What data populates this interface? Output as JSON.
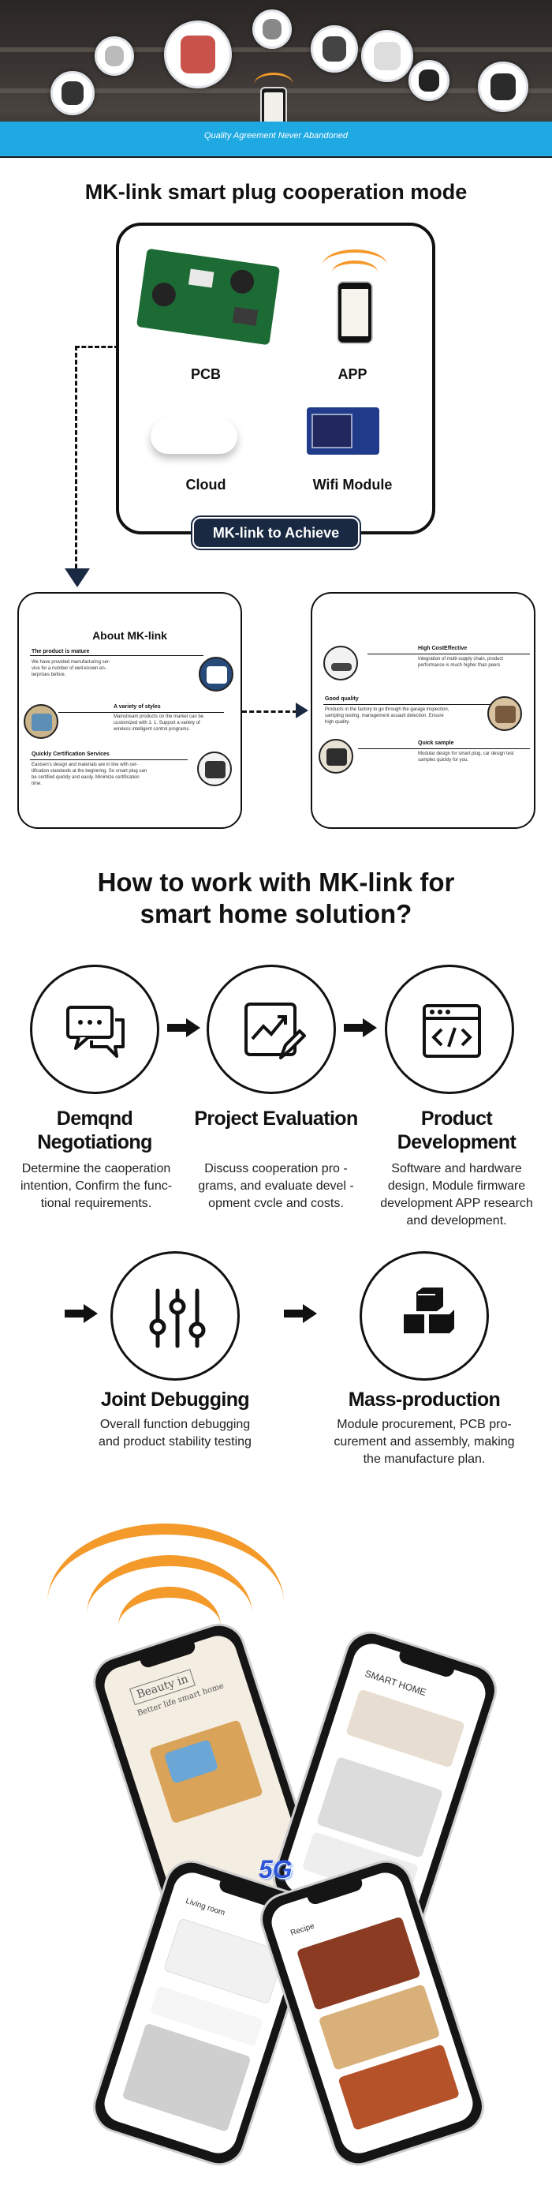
{
  "hero": {
    "slogan": "Quality Agreement Never Abandoned",
    "band_color": "#1fa9e3"
  },
  "cooperation": {
    "title": "MK-link smart plug cooperation mode",
    "components": [
      "PCB",
      "APP",
      "Cloud",
      "Wifi Module"
    ],
    "achieve_label": "MK-link to Achieve"
  },
  "about": {
    "title": "About MK-link",
    "items": [
      {
        "heading": "The product is mature",
        "body": "We have provided manufacturing ser-vice for a number of well-known en-terprises before."
      },
      {
        "heading": "A variety of styles",
        "body": "Mainstream products on the market can be customized with 1: 1. Support a variety of wireless intelligent control programs."
      },
      {
        "heading": "Quickly Certification Services",
        "body": "Eastsen's design and materials are in line with cer-tification standards at the beginning. So smart plug can be certified quickly and easily. Minimize certification time."
      }
    ]
  },
  "quality": {
    "items": [
      {
        "heading": "High CostEffective",
        "body": "Integration of multi-supply chain, product performance is much higher than peers"
      },
      {
        "heading": "Good quality",
        "body": "Products in the factory to go through the garage inspection, sampling testing, management assault detection. Ensure high quality."
      },
      {
        "heading": "Quick sample",
        "body": "Modular design for smart plug, car design test samples quickly for you."
      }
    ]
  },
  "how": {
    "title_line1": "How to work with MK-link for",
    "title_line2": "smart home solution?",
    "steps": [
      {
        "title_line1": "Demqnd",
        "title_line2": "Negotiationg",
        "desc": [
          "Determine the caoperation",
          "intention, Confirm the func-",
          "tional requirements."
        ],
        "icon": "chat-bubbles-icon"
      },
      {
        "title_line1": "Project Evaluation",
        "title_line2": "",
        "desc": [
          "Discuss cooperation pro -",
          "grams, and evaluate devel -",
          "opment cvcle and costs."
        ],
        "icon": "chart-edit-icon"
      },
      {
        "title_line1": "Product Development",
        "title_line2": "",
        "desc": [
          "Software and hardware",
          "design, Module firmware",
          "development APP research",
          "and development."
        ],
        "icon": "code-window-icon"
      },
      {
        "title_line1": "Joint Debugging",
        "title_line2": "",
        "desc": [
          "Overall function debugging",
          "and product stability testing"
        ],
        "icon": "sliders-icon"
      },
      {
        "title_line1": "Mass-production",
        "title_line2": "",
        "desc": [
          "Module procurement, PCB pro-",
          "curement and assembly, making",
          "the manufacture plan."
        ],
        "icon": "cubes-icon"
      }
    ]
  },
  "showcase": {
    "badge": "5G",
    "phone1_title": "Beauty in",
    "phone1_sub": "Better life smart home",
    "phone2_title": "SMART HOME",
    "phone3_title": "Living room",
    "phone4_title": "Recipe"
  },
  "colors": {
    "accent_orange": "#f39a2b",
    "navy": "#1a2942",
    "blue": "#1fa9e3"
  }
}
